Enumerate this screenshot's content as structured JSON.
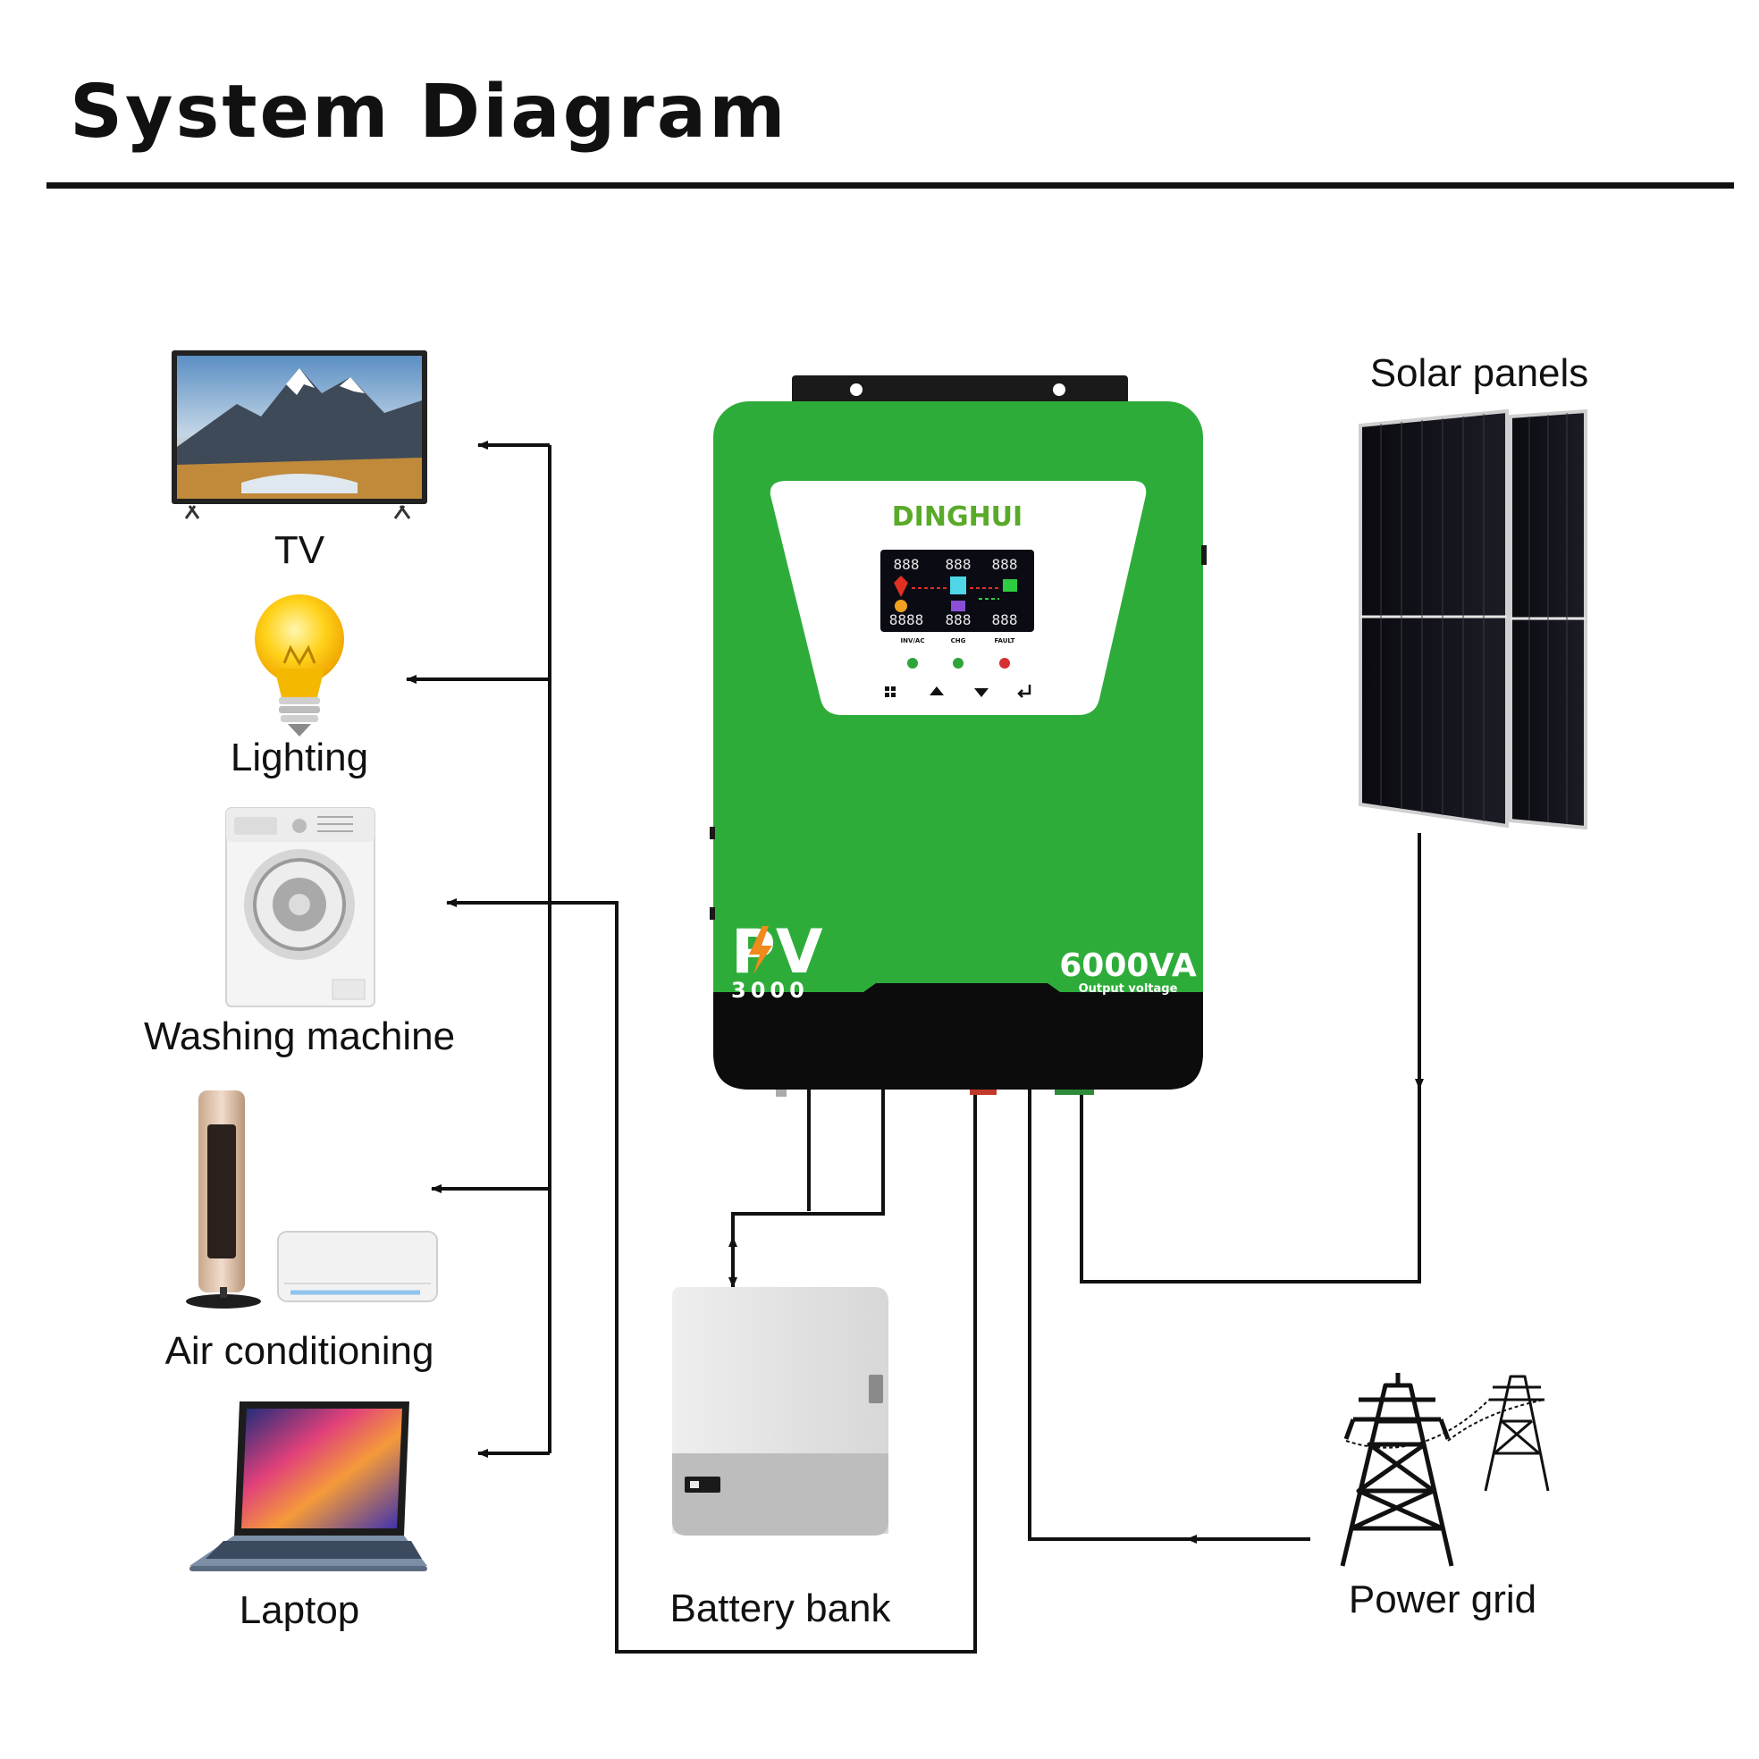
{
  "title": "System Diagram",
  "appliances": {
    "tv": "TV",
    "lighting": "Lighting",
    "washing_machine": "Washing machine",
    "air_conditioning": "Air conditioning",
    "laptop": "Laptop"
  },
  "sources": {
    "solar_panels": "Solar panels",
    "battery_bank": "Battery bank",
    "power_grid": "Power grid"
  },
  "inverter": {
    "brand": "DINGHUI",
    "model": "PV",
    "model_number": "3000",
    "rating": "6000VA",
    "rating_caption": "Output voltage",
    "indicator_labels": [
      "INV/AC",
      "CHG",
      "FAULT"
    ],
    "lcd_digits": "888",
    "lcd_digits_wide": "8888",
    "colors": {
      "body": "#2eac3a",
      "base": "#0c0c0c",
      "brand_green": "#5aaa2a",
      "brand_orange": "#f08a1c"
    }
  },
  "icons": {
    "lcd": "inverter-lcd-icon",
    "menu_button": "grid-menu-icon",
    "up_button": "up-arrow-icon",
    "down_button": "down-arrow-icon",
    "enter_button": "enter-icon"
  }
}
